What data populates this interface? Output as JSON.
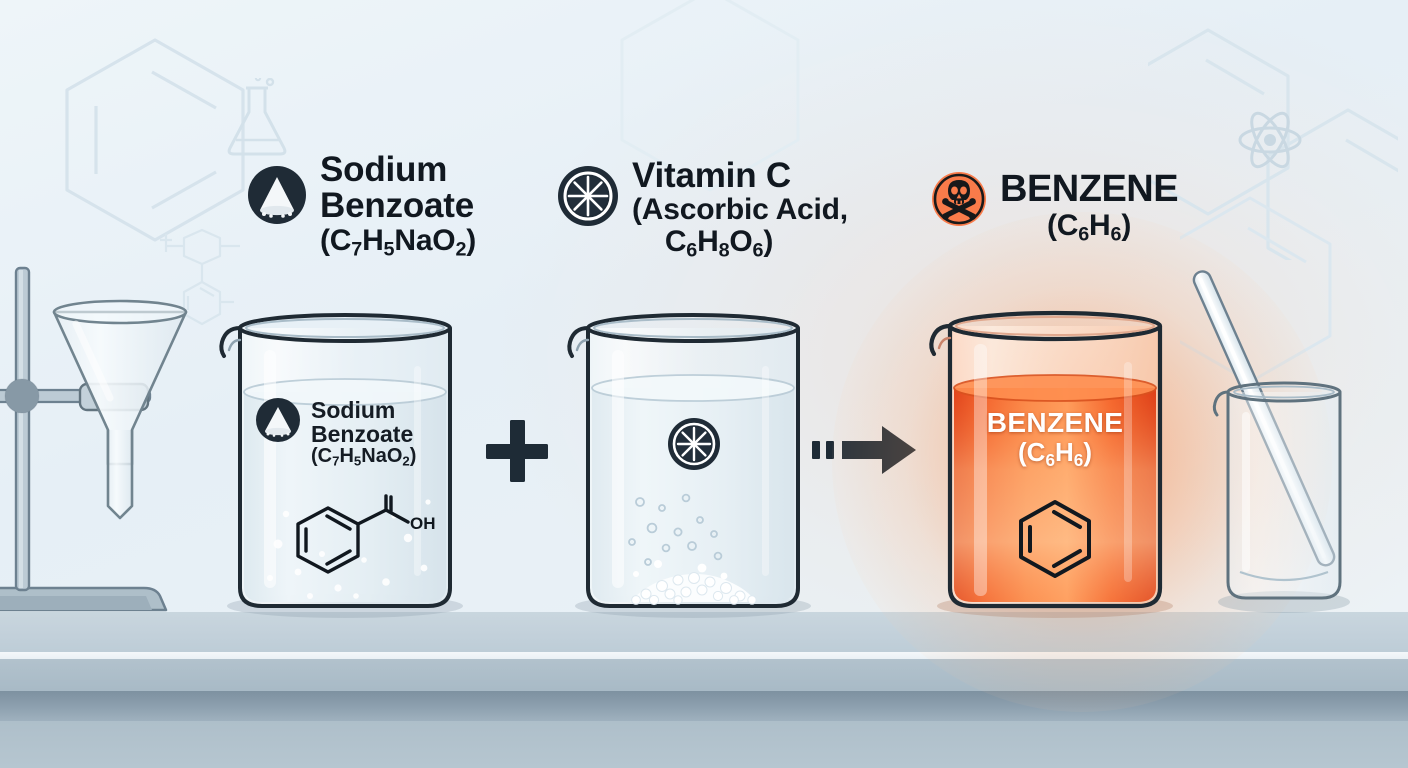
{
  "scene": {
    "title": "Sodium Benzoate plus Vitamin C forms Benzene",
    "background_color": "#eaf2f7",
    "bench_color": "#c2d0da",
    "accent_hazard_color": "#f97b4a",
    "dark_navy": "#1e2b36"
  },
  "reagents": [
    {
      "id": "sodium-benzoate",
      "icon": "powder-icon",
      "name_line1": "Sodium",
      "name_line2": "Benzoate",
      "formula_text": "(C7H5NaO2)",
      "formula_parts": [
        {
          "t": "(C",
          "sub": false
        },
        {
          "t": "7",
          "sub": true
        },
        {
          "t": "H",
          "sub": false
        },
        {
          "t": "5",
          "sub": true
        },
        {
          "t": "NaO",
          "sub": false
        },
        {
          "t": "2",
          "sub": true
        },
        {
          "t": ")",
          "sub": false
        }
      ],
      "beaker_label_line1": "Sodium",
      "beaker_label_line2": "Benzoate",
      "structure": "benzoic-acid-skeletal",
      "structure_label": "OH",
      "liquid_color": "#e4edf2"
    },
    {
      "id": "vitamin-c",
      "icon": "citrus-slice-icon",
      "name_line1": "Vitamin C",
      "name_line2": "(Ascorbic Acid,",
      "formula_text": "C6H8O6)",
      "formula_parts": [
        {
          "t": "C",
          "sub": false
        },
        {
          "t": "6",
          "sub": true
        },
        {
          "t": "H",
          "sub": false
        },
        {
          "t": "8",
          "sub": true
        },
        {
          "t": "O",
          "sub": false
        },
        {
          "t": "6",
          "sub": true
        },
        {
          "t": ")",
          "sub": false
        }
      ],
      "contents": "white powder pile with rising bubbles",
      "liquid_color": "#e6eef3"
    }
  ],
  "product": {
    "id": "benzene",
    "icon": "skull-crossbones-hazard-icon",
    "name": "BENZENE",
    "formula_text": "(C6H6)",
    "formula_parts": [
      {
        "t": "(C",
        "sub": false
      },
      {
        "t": "6",
        "sub": true
      },
      {
        "t": "H",
        "sub": false
      },
      {
        "t": "6",
        "sub": true
      },
      {
        "t": ")",
        "sub": false
      }
    ],
    "beaker_label": "BENZENE",
    "structure": "benzene-ring-kekule",
    "liquid_color": "#f4622a",
    "glow_color": "#ff7430"
  },
  "operators": {
    "plus_symbol": "+",
    "arrow_symbol": "→",
    "arrow_style": "dashed-trail-solid-arrow"
  },
  "apparatus": {
    "retort_stand": "retort-stand-with-funnel",
    "funnel": "glass-funnel",
    "side_beaker": "small-beaker",
    "stirring_rod": "glass-stirring-rod"
  },
  "watermarks": [
    "hexagon-ring",
    "hexagon-ring",
    "hexagon-ring",
    "hexagon-ring",
    "atom-icon",
    "erlenmeyer-flask-icon",
    "molecule-sketch"
  ]
}
